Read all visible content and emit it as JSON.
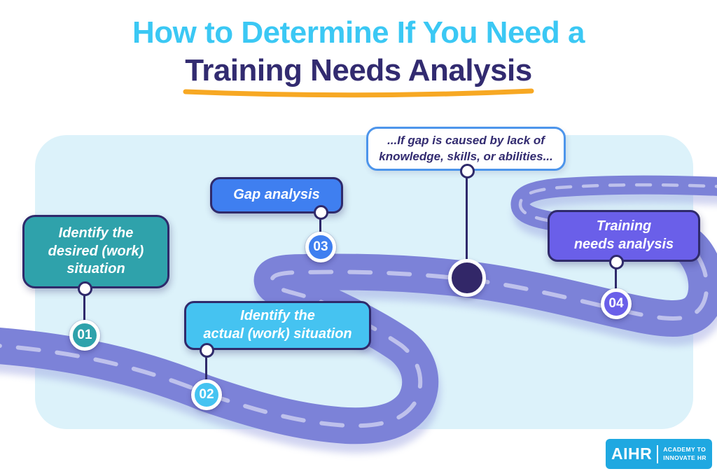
{
  "title": {
    "line1": "How to Determine If You Need a",
    "line2": "Training Needs Analysis"
  },
  "milestones": [
    {
      "id": "01",
      "lines": [
        "Identify the",
        "desired (work)",
        "situation"
      ],
      "color": "#2FA2AB"
    },
    {
      "id": "02",
      "lines": [
        "Identify the",
        "actual (work) situation"
      ],
      "color": "#45C3F1"
    },
    {
      "id": "03",
      "lines": [
        "Gap analysis"
      ],
      "color": "#3F7FF0"
    },
    {
      "id": "04",
      "lines": [
        "Training",
        "needs analysis"
      ],
      "color": "#6A5FE9"
    }
  ],
  "callout": {
    "lines": [
      "...If gap is caused by lack of",
      "knowledge, skills, or abilities..."
    ]
  },
  "logo": {
    "name": "AIHR",
    "tagline_line1": "ACADEMY TO",
    "tagline_line2": "INNOVATE HR"
  },
  "colors": {
    "title_accent": "#3BC8F4",
    "title_main": "#322B70",
    "underline": "#F7A823",
    "panel": "#DCF2FA",
    "road": "#7C82D8",
    "road_dash": "#FFFFFF",
    "navy_line": "#2F2A6B",
    "callout_border": "#4D95EB",
    "junction_dot": "#322768",
    "logo_bg": "#1FA8E1"
  }
}
